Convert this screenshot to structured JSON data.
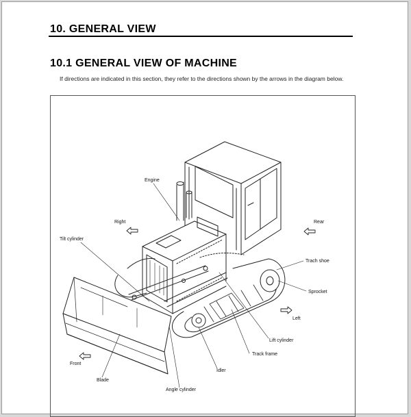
{
  "section_title": "10. GENERAL VIEW",
  "subsection_title": "10.1 GENERAL VIEW OF MACHINE",
  "intro_text": "If directions are indicated in this section, they refer to the directions shown by the arrows in the diagram below.",
  "figure_labels": {
    "engine": "Engine",
    "right": "Right",
    "rear": "Rear",
    "tilt_cylinder": "Tilt cylinder",
    "track_shoe": "Trach shoe",
    "sprocket": "Sprocket",
    "left": "Left",
    "lift_cylinder": "Lift cylinder",
    "track_frame": "Track frame",
    "idler": "Idler",
    "front": "Front",
    "blade": "Blade",
    "angle_cylinder": "Angle cylinder"
  }
}
